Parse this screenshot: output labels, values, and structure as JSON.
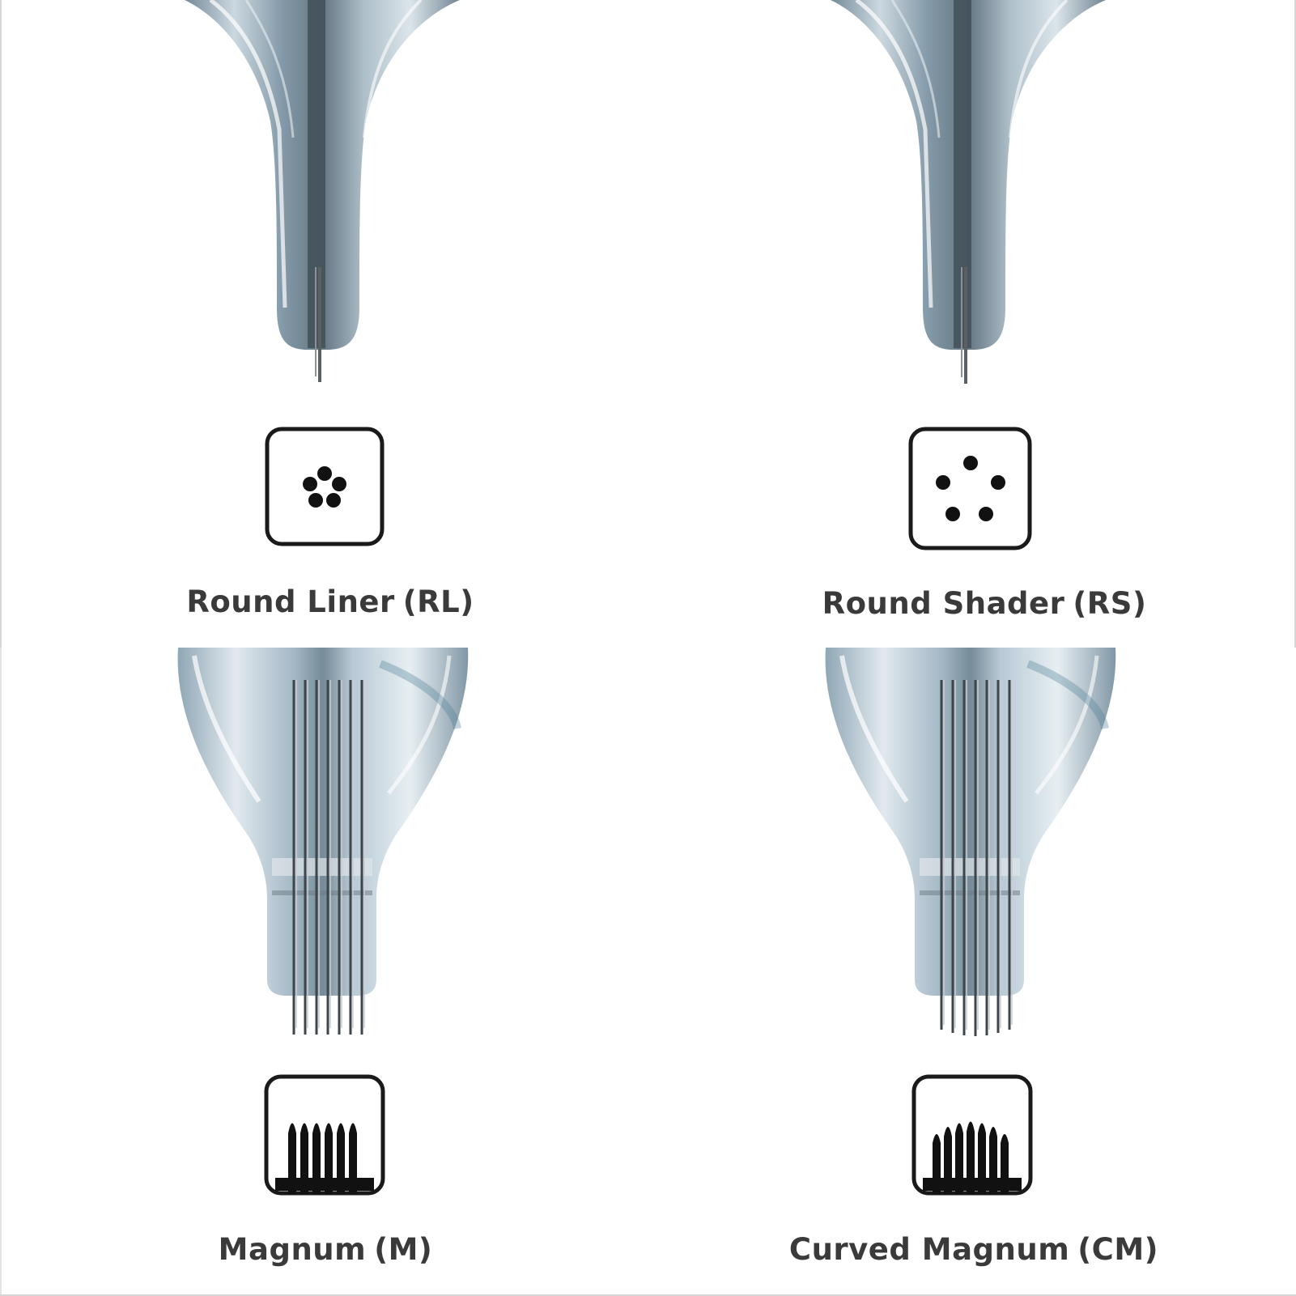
{
  "needles": [
    {
      "name": "Round Liner",
      "abbr": "(RL)",
      "icon": "round-liner-icon"
    },
    {
      "name": "Round Shader",
      "abbr": "(RS)",
      "icon": "round-shader-icon"
    },
    {
      "name": "Magnum",
      "abbr": "(M)",
      "icon": "magnum-icon"
    },
    {
      "name": "Curved Magnum",
      "abbr": "(CM)",
      "icon": "curved-magnum-icon"
    }
  ],
  "colors": {
    "label": "#3a3a3a",
    "icon_stroke": "#1a1a1a",
    "cartridge": "#9fb3c0"
  }
}
